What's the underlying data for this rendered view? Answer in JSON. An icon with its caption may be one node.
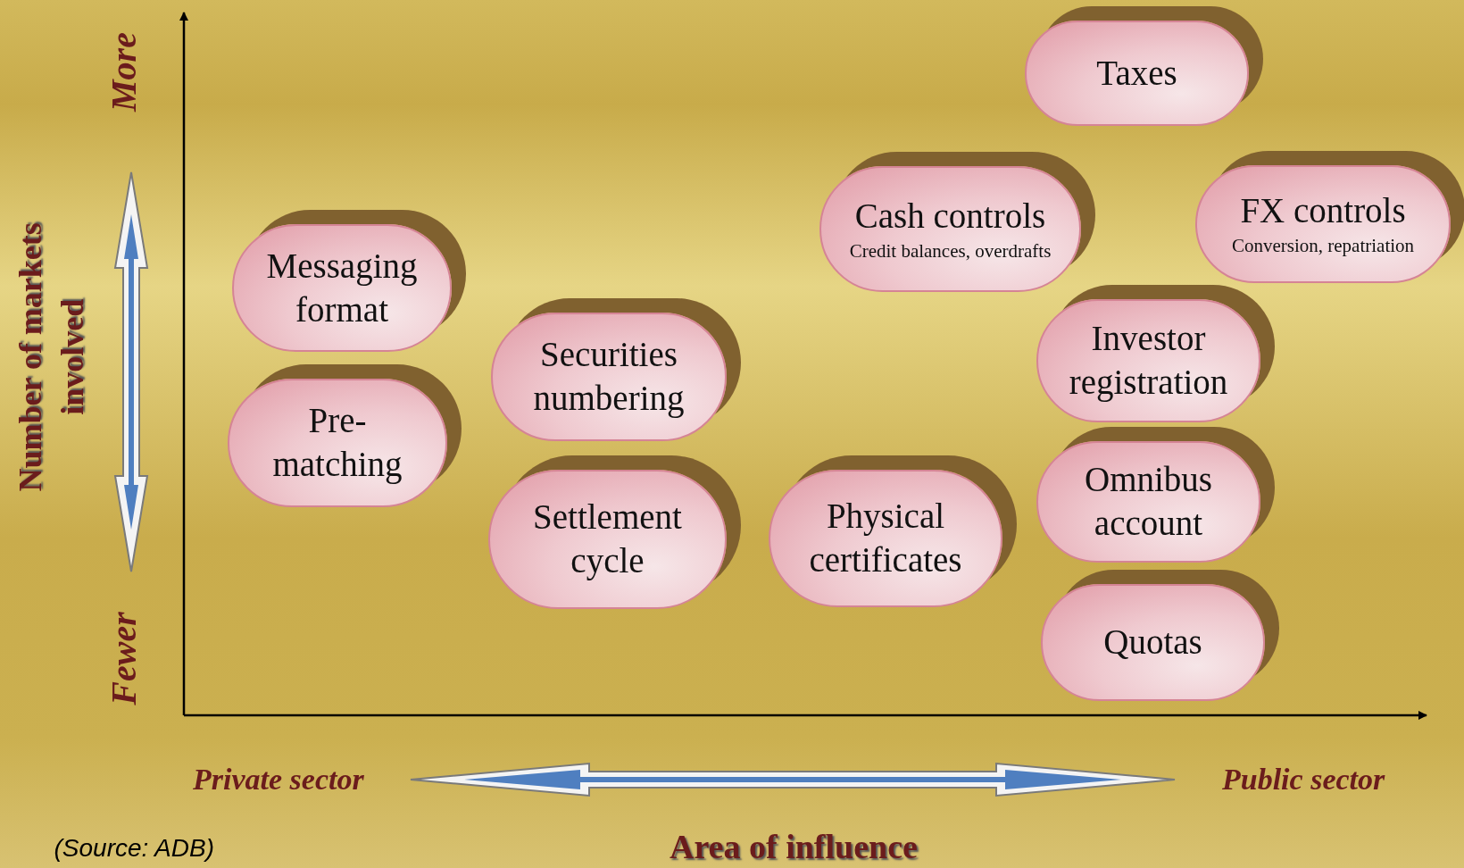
{
  "diagram": {
    "nodes": [
      {
        "text": [
          "Taxes"
        ]
      },
      {
        "text": [
          "Cash controls",
          "Credit balances, overdrafts"
        ]
      },
      {
        "text": [
          "FX controls",
          "Conversion, repatriation"
        ]
      },
      {
        "text": [
          "Messaging format"
        ]
      },
      {
        "text": [
          "Investor registration"
        ]
      },
      {
        "text": [
          "Securities numbering"
        ]
      },
      {
        "text": [
          "Pre-matching"
        ]
      },
      {
        "text": [
          "Omnibus account"
        ]
      },
      {
        "text": [
          "Settlement cycle"
        ]
      },
      {
        "text": [
          "Physical certificates"
        ]
      },
      {
        "text": [
          "Quotas"
        ]
      }
    ],
    "edges": [],
    "labels": [
      "More",
      "Number of markets involved",
      "Fewer",
      "Private sector",
      "Public sector",
      "(Source: ADB)",
      "Area of influence"
    ]
  }
}
